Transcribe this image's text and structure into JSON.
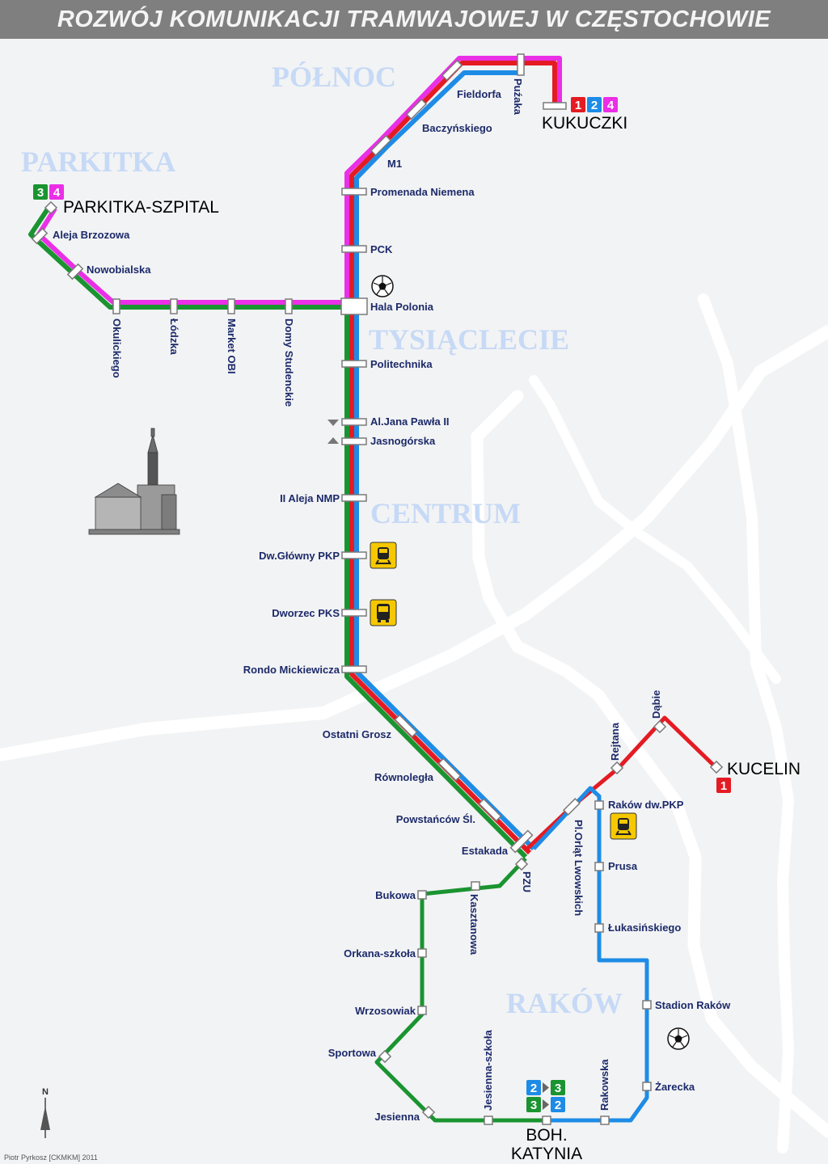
{
  "title": "ROZWÓJ KOMUNIKACJI TRAMWAJOWEJ W CZĘSTOCHOWIE",
  "credit": "Piotr Pyrkosz [CKMKM] 2011",
  "north_label": "N",
  "colors": {
    "line_1": "#e41b23",
    "line_2": "#1e8ce6",
    "line_3": "#1a9430",
    "line_4": "#ea2fe6",
    "stop_text": "#1c2a6a",
    "district_text": "#c6d9f6",
    "background": "#f2f3f4",
    "river": "#ffffff",
    "title_bar": "#7f7f7f"
  },
  "districts": [
    "PÓŁNOC",
    "PARKITKA",
    "TYSIĄCLECIE",
    "CENTRUM",
    "RAKÓW"
  ],
  "terminals": {
    "kukuczki": {
      "name": "KUKUCZKI",
      "lines": [
        "1",
        "2",
        "4"
      ]
    },
    "parkitka": {
      "name": "PARKITKA-SZPITAL",
      "lines": [
        "3",
        "4"
      ]
    },
    "kucelin": {
      "name": "KUCELIN",
      "lines": [
        "1"
      ]
    },
    "katynia": {
      "name_line1": "BOH.",
      "name_line2": "KATYNIA",
      "badges": [
        [
          "2",
          "3"
        ],
        [
          "3",
          "2"
        ]
      ]
    }
  },
  "stops": {
    "trunk": [
      "Fieldorfa",
      "Puźaka",
      "Baczyńskiego",
      "M1",
      "Promenada Niemena",
      "PCK",
      "Hala Polonia",
      "Politechnika",
      "Al.Jana Pawła II",
      "Jasnogórska",
      "II Aleja NMP",
      "Dw.Główny PKP",
      "Dworzec PKS",
      "Rondo Mickiewicza",
      "Ostatni Grosz",
      "Równoległa",
      "Powstańców Śl.",
      "Estakada",
      "PZU"
    ],
    "parkitka_branch": [
      "Aleja Brzozowa",
      "Nowobialska",
      "Okulickiego",
      "Łódzka",
      "Market OBI",
      "Domy Studenckie"
    ],
    "kucelin_branch": [
      "Pl.Orląt Lwowskich",
      "Rejtana",
      "Dąbie"
    ],
    "rakow_loop": [
      "Raków dw.PKP",
      "Prusa",
      "Łukasińskiego",
      "Stadion Raków",
      "Żarecka",
      "Rakowska"
    ],
    "west_loop": [
      "Bukowa",
      "Kasztanowa",
      "Orkana-szkoła",
      "Wrzosowiak",
      "Sportowa",
      "Jesienna",
      "Jesienna-szkoła"
    ]
  },
  "icons": [
    "soccer-ball-icon",
    "train-icon",
    "bus-icon",
    "cathedral-tower-icon",
    "north-arrow-icon"
  ]
}
